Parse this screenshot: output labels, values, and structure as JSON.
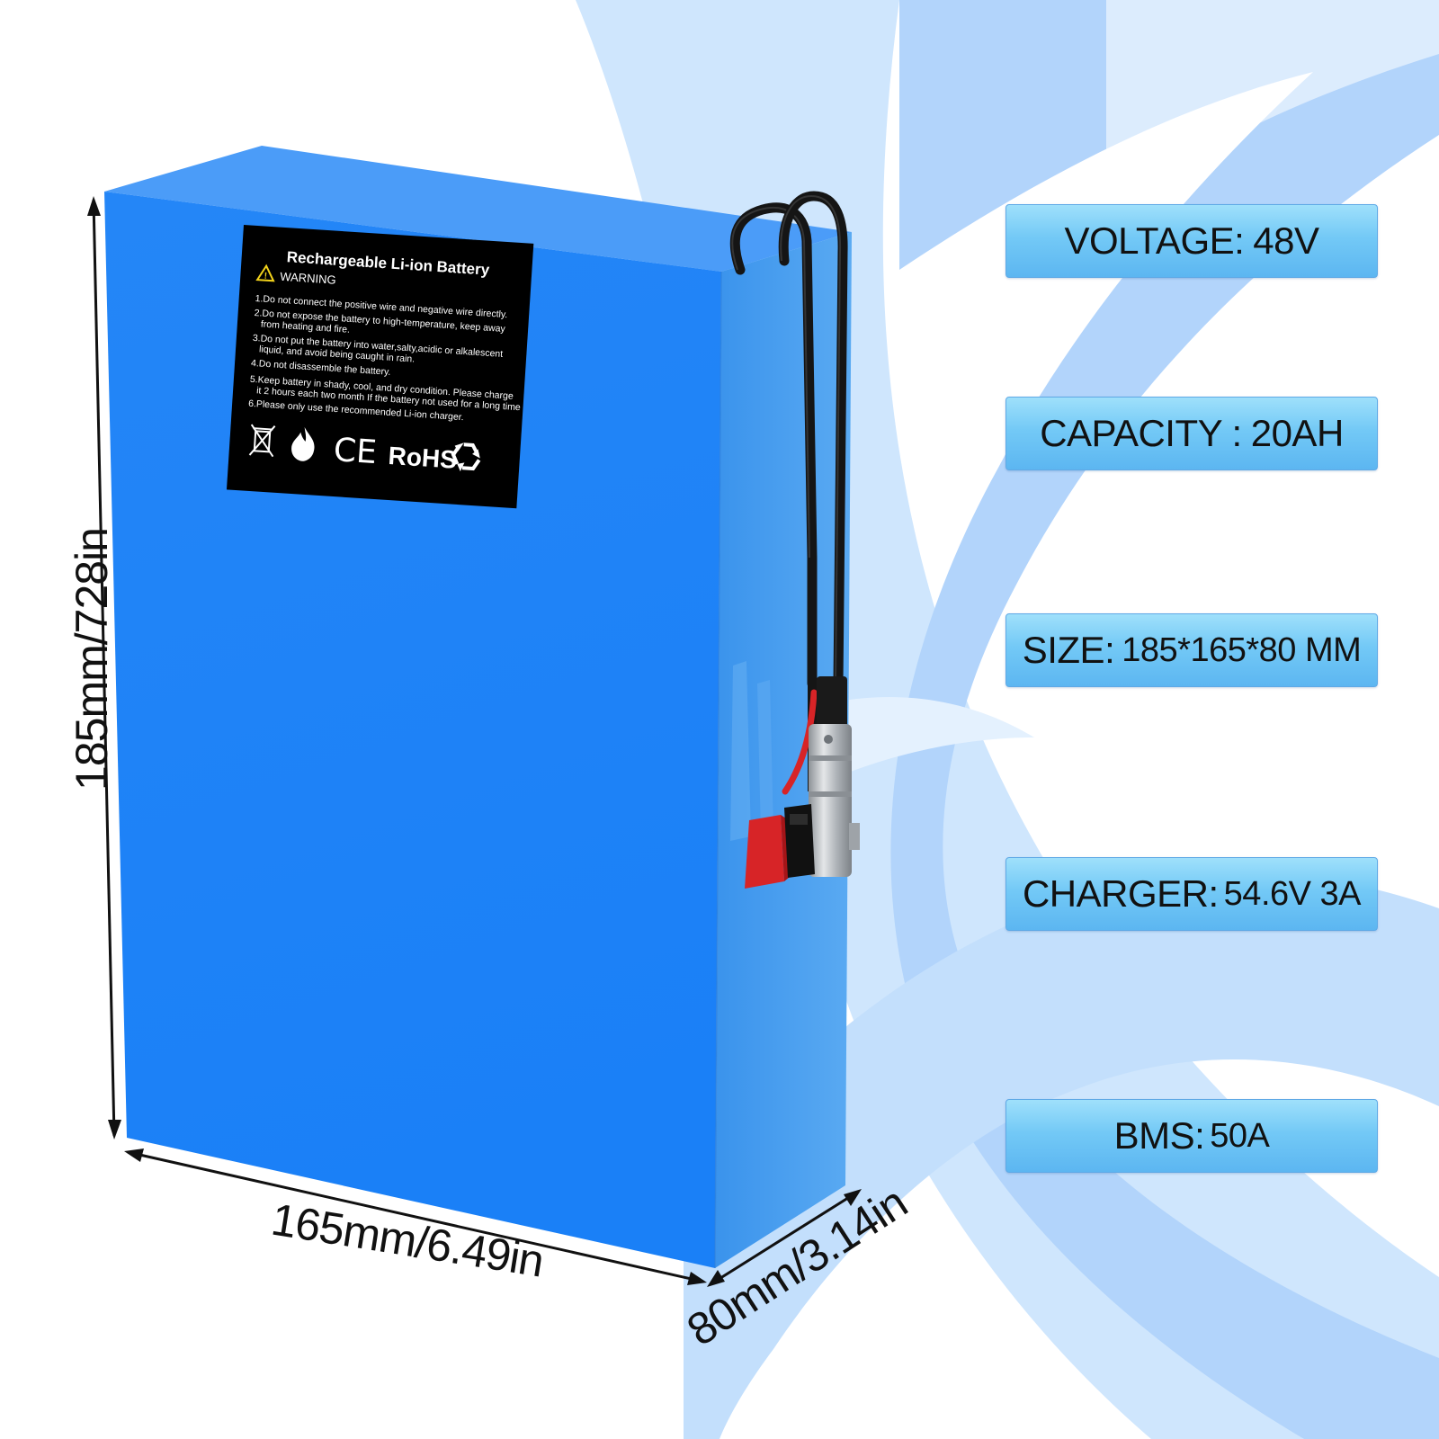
{
  "product": {
    "label": {
      "title": "Rechargeable Li-ion Battery",
      "warning_heading": "WARNING",
      "warnings": [
        "1.Do not connect the positive wire and negative wire directly.",
        "2.Do not expose the battery to high-temperature, keep  away",
        "from heating and fire.",
        "3.Do not put the battery into water,salty,acidic or alkalescent",
        "liquid, and avoid being caught in rain.",
        "4.Do not disassemble the battery.",
        "5.Keep battery in shady, cool, and dry condition. Please charge",
        "it 2 hours each two month If the battery not used for a long time",
        "6.Please only use the recommended Li-ion charger."
      ],
      "ce_mark": "CE",
      "rohs_mark": "RoHS",
      "icons": [
        "weee-bin-icon",
        "flame-icon",
        "ce-mark-icon",
        "rohs-mark-icon",
        "recycle-icon"
      ]
    },
    "dimensions": {
      "height": "185mm/728in",
      "width": "165mm/6.49in",
      "depth": "80mm/3.14in"
    }
  },
  "specs": {
    "voltage": {
      "label": "VOLTAGE:",
      "value": "48V"
    },
    "capacity": {
      "label": "CAPACITY :",
      "value": "20AH"
    },
    "size": {
      "label": "SIZE:",
      "value": "185*165*80 MM"
    },
    "charger": {
      "label": "CHARGER:",
      "value": "54.6V 3A"
    },
    "bms": {
      "label": "BMS:",
      "value": "50A"
    }
  },
  "colors": {
    "battery_front": "#1e82f6",
    "battery_top": "#4b9bf8",
    "battery_side": "#3f99ee",
    "label_background": "#000000",
    "label_text": "#ffffff",
    "warning_triangle": "#f2d21b",
    "red_lead": "#d72427",
    "black_lead": "#151515",
    "connector_metal": "#b9bcc0",
    "spec_box_top": "#9fe0fb",
    "spec_box_bottom": "#5cb6f1",
    "background_swoosh": "#b8d9fb"
  }
}
